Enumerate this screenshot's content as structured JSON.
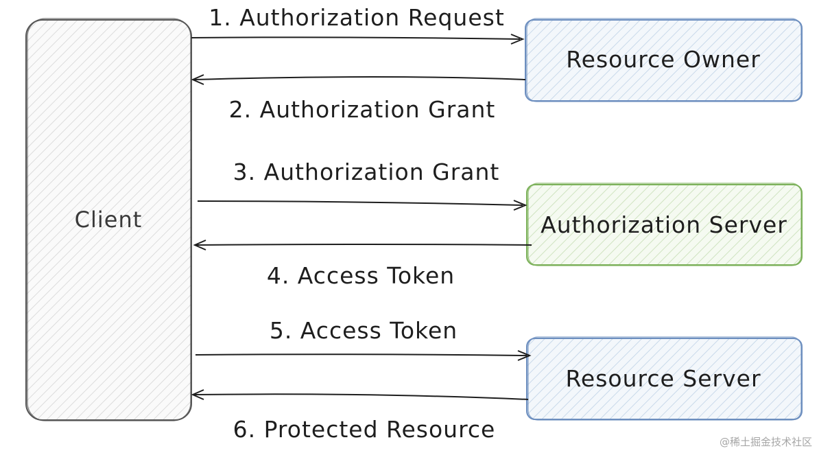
{
  "nodes": {
    "client": {
      "label": "Client",
      "fill": "#f2f2f2",
      "stroke": "#555555"
    },
    "resource_owner": {
      "label": "Resource Owner",
      "fill": "#e7eff7",
      "stroke": "#6c8ebf"
    },
    "authorization_server": {
      "label": "Authorization Server",
      "fill": "#eaf4e2",
      "stroke": "#7cb15a"
    },
    "resource_server": {
      "label": "Resource Server",
      "fill": "#e7eff7",
      "stroke": "#6c8ebf"
    }
  },
  "arrows": [
    {
      "label": "1. Authorization Request",
      "from": "Client",
      "to": "Resource Owner"
    },
    {
      "label": "2. Authorization Grant",
      "from": "Resource Owner",
      "to": "Client"
    },
    {
      "label": "3. Authorization Grant",
      "from": "Client",
      "to": "Authorization Server"
    },
    {
      "label": "4. Access Token",
      "from": "Authorization Server",
      "to": "Client"
    },
    {
      "label": "5. Access Token",
      "from": "Client",
      "to": "Resource Server"
    },
    {
      "label": "6. Protected Resource",
      "from": "Resource Server",
      "to": "Client"
    }
  ],
  "watermark": "@稀土掘金技术社区"
}
